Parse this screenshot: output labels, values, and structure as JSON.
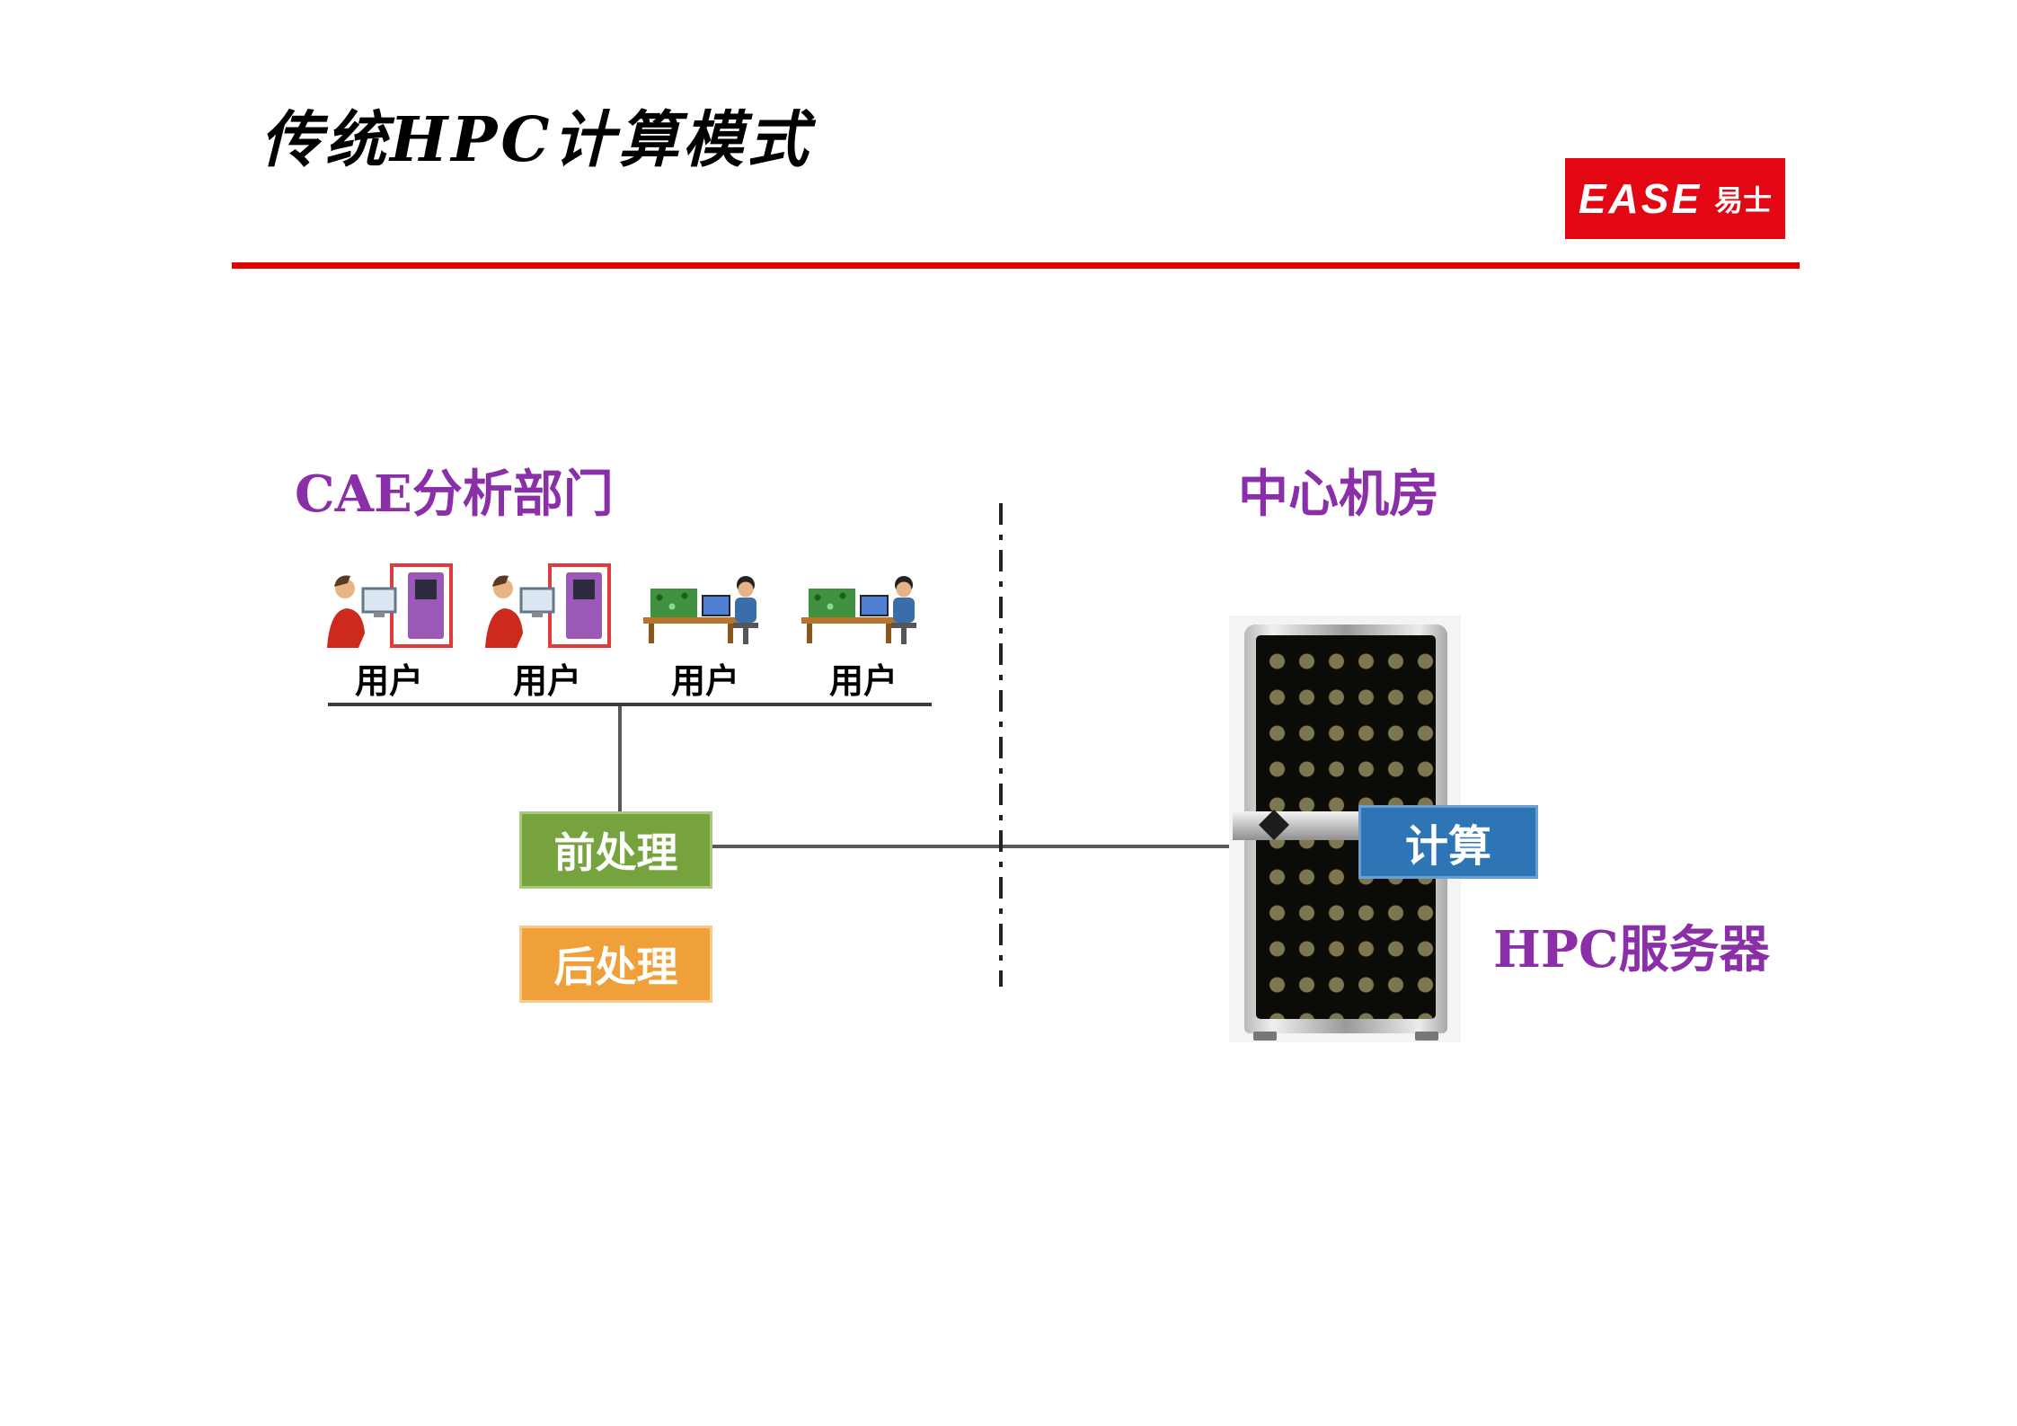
{
  "title": "传统HPC计算模式",
  "logo": {
    "ease": "EASE",
    "cn": "易士"
  },
  "left": {
    "heading": "CAE分析部门",
    "users": [
      {
        "label": "用户"
      },
      {
        "label": "用户"
      },
      {
        "label": "用户"
      },
      {
        "label": "用户"
      }
    ],
    "pre_label": "前处理",
    "post_label": "后处理"
  },
  "right": {
    "heading": "中心机房",
    "compute_label": "计算",
    "server_label": "HPC服务器"
  },
  "colors": {
    "accent_red": "#E00000",
    "logo_red": "#E30613",
    "heading_purple": "#8A2FA8",
    "pre_green": "#77A33E",
    "post_orange": "#F0A038",
    "compute_blue": "#2E75B6"
  }
}
